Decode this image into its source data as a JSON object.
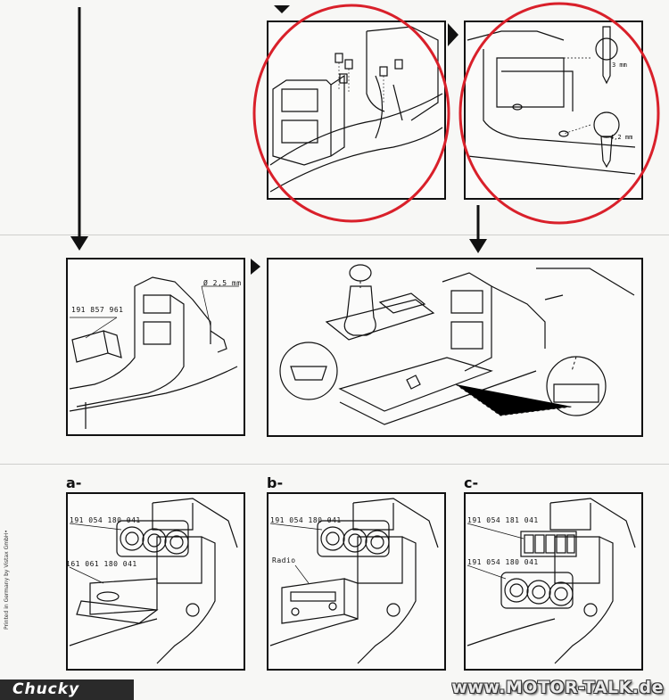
{
  "panel_a": {
    "letter": "a-",
    "part_top": "191 054 180 041",
    "part_bottom": "161 061 180 041"
  },
  "panel_b": {
    "letter": "b-",
    "part_top": "191 054 180 041",
    "part_radio": "Radio"
  },
  "panel_c": {
    "letter": "c-",
    "part_top": "191 054 181 041",
    "part_bottom": "191 054 180 041"
  },
  "panel_mid_left": {
    "part": "191 857 961",
    "drill": "Ø 2,5 mm"
  },
  "panel_top_right": {
    "drill": "3 mm",
    "screw": "4,2 mm"
  },
  "imprint": "Printed in Germany by Vistax GmbH•",
  "watermark_left": "Chucky",
  "watermark_right": "www.MOTOR-TALK.de",
  "accent_color": "#d9202a"
}
